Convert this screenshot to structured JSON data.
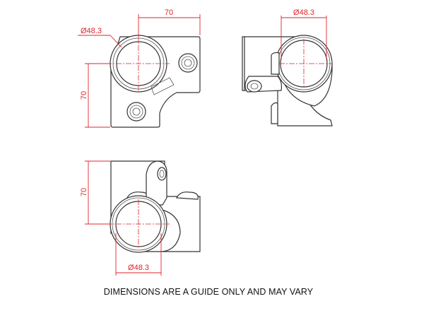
{
  "views": {
    "top": {
      "dim_width": "70",
      "dim_height": "70",
      "dim_diameter": "Ø48.3"
    },
    "side": {
      "dim_diameter": "Ø48.3"
    },
    "front": {
      "dim_height": "70",
      "dim_diameter": "Ø48.3"
    }
  },
  "caption": "DIMENSIONS ARE A GUIDE ONLY AND MAY VARY",
  "colors": {
    "dimension": "#e0242b",
    "outline": "#333333"
  }
}
